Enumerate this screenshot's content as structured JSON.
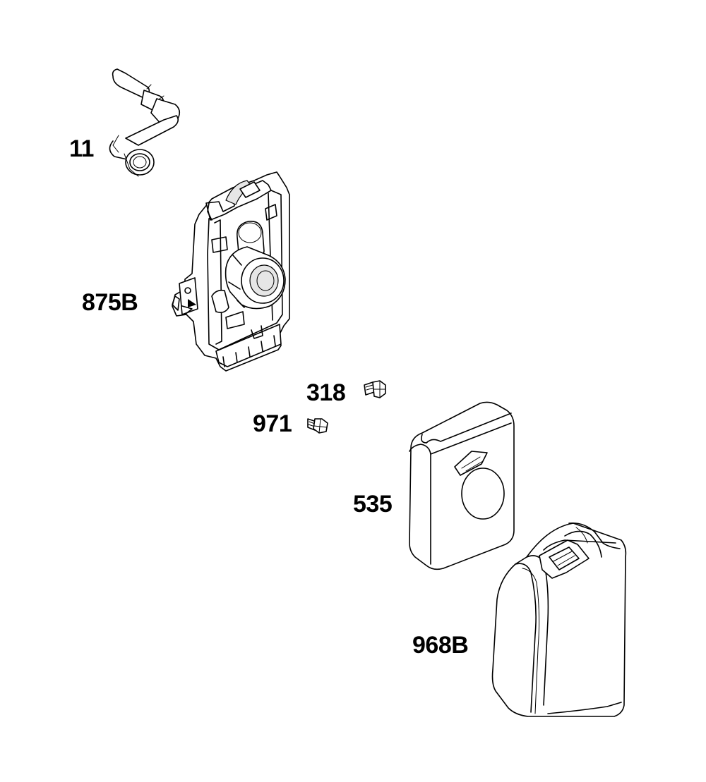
{
  "diagram": {
    "parts": [
      {
        "id": "breather-tube",
        "ref": "11"
      },
      {
        "id": "air-filter-base",
        "ref": "875B"
      },
      {
        "id": "screw-318",
        "ref": "318"
      },
      {
        "id": "screw-971",
        "ref": "971"
      },
      {
        "id": "air-filter-cartridge",
        "ref": "535"
      },
      {
        "id": "air-filter-cover",
        "ref": "968B"
      }
    ],
    "colors": {
      "line": "#000000",
      "background": "#ffffff"
    }
  }
}
